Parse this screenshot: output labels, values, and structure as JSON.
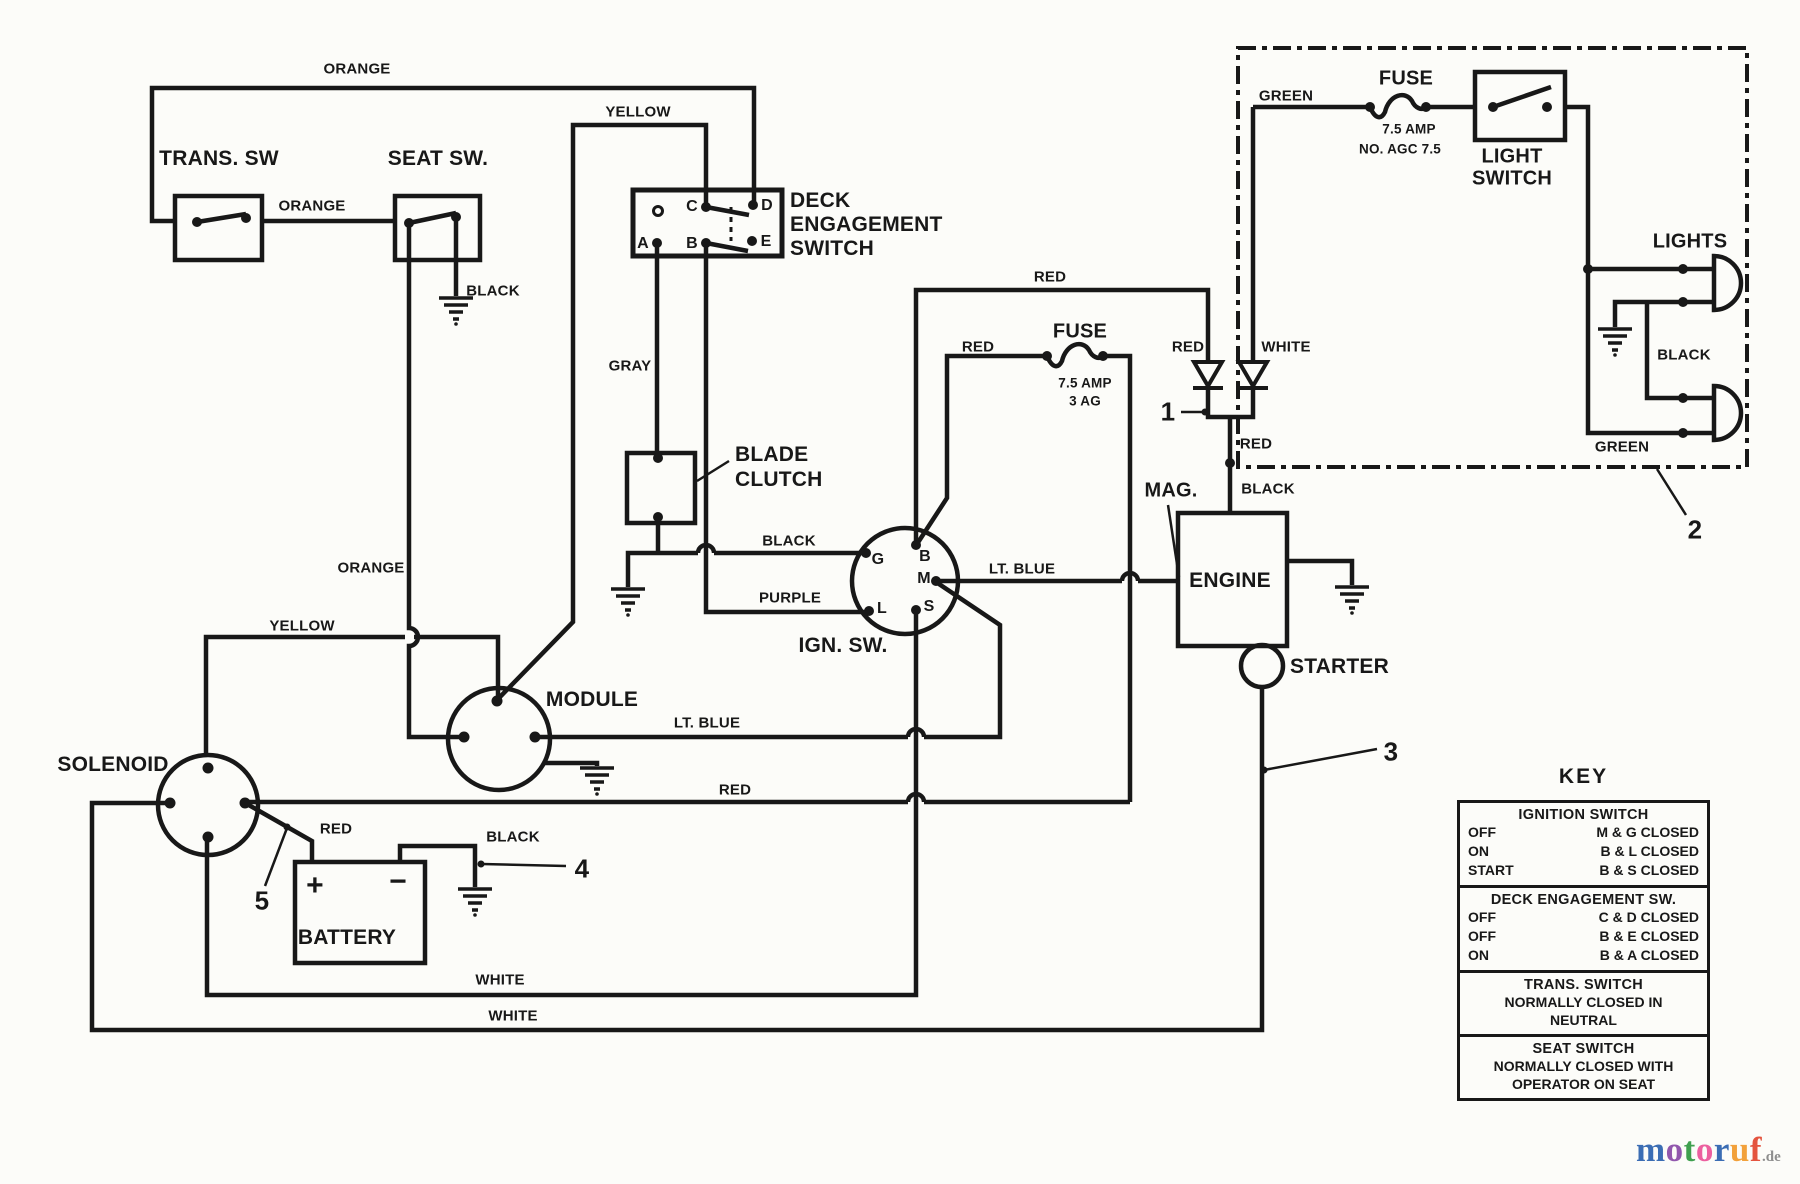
{
  "labels": {
    "orange_top": "ORANGE",
    "orange_mid": "ORANGE",
    "orange_left": "ORANGE",
    "yellow_top": "YELLOW",
    "yellow_mid": "YELLOW",
    "black_seat": "BLACK",
    "black_clutch": "BLACK",
    "black_engine": "BLACK",
    "black_battery": "BLACK",
    "black_lights": "BLACK",
    "gray": "GRAY",
    "purple": "PURPLE",
    "ltblue_module": "LT. BLUE",
    "ltblue_engine": "LT. BLUE",
    "red_top": "RED",
    "red_fuse": "RED",
    "red_diode": "RED",
    "red_engine": "RED",
    "red_bottom": "RED",
    "red_battery": "RED",
    "white_diode": "WHITE",
    "white_low1": "WHITE",
    "white_low2": "WHITE",
    "green_top": "GREEN",
    "green_bottom": "GREEN",
    "trans_sw": "TRANS. SW",
    "seat_sw": "SEAT SW.",
    "deck1": "DECK",
    "deck2": "ENGAGEMENT",
    "deck3": "SWITCH",
    "blade1": "BLADE",
    "blade2": "CLUTCH",
    "ign_sw": "IGN. SW.",
    "module": "MODULE",
    "solenoid": "SOLENOID",
    "battery": "BATTERY",
    "engine": "ENGINE",
    "mag": "MAG.",
    "starter": "STARTER",
    "lights": "LIGHTS",
    "light_sw1": "LIGHT",
    "light_sw2": "SWITCH",
    "fuse_light": "FUSE",
    "fuse_light_amp": "7.5 AMP",
    "fuse_light_no": "NO. AGC 7.5",
    "fuse_main": "FUSE",
    "fuse_main_amp": "7.5 AMP",
    "fuse_main_type": "3 AG"
  },
  "terminals": {
    "deck_c": "C",
    "deck_d": "D",
    "deck_a": "A",
    "deck_b": "B",
    "deck_e": "E",
    "ign_g": "G",
    "ign_b": "B",
    "ign_m": "M",
    "ign_l": "L",
    "ign_s": "S",
    "batt_plus": "+",
    "batt_minus": "−"
  },
  "callouts": {
    "c1": "1",
    "c2": "2",
    "c3": "3",
    "c4": "4",
    "c5": "5"
  },
  "key_panel": {
    "title": "KEY",
    "sections": [
      {
        "header": "IGNITION SWITCH",
        "rows": [
          {
            "state": "OFF",
            "conn": "M & G CLOSED"
          },
          {
            "state": "ON",
            "conn": "B & L CLOSED"
          },
          {
            "state": "START",
            "conn": "B & S CLOSED"
          }
        ]
      },
      {
        "header": "DECK ENGAGEMENT SW.",
        "rows": [
          {
            "state": "OFF",
            "conn": "C & D CLOSED"
          },
          {
            "state": "OFF",
            "conn": "B & E CLOSED"
          },
          {
            "state": "ON",
            "conn": "B & A CLOSED"
          }
        ]
      },
      {
        "header": "TRANS. SWITCH",
        "lines": [
          "NORMALLY CLOSED IN",
          "NEUTRAL"
        ]
      },
      {
        "header": "SEAT SWITCH",
        "lines": [
          "NORMALLY CLOSED WITH",
          "OPERATOR ON SEAT"
        ]
      }
    ]
  },
  "logo": {
    "letters": [
      "m",
      "o",
      "t",
      "o",
      "r",
      "u",
      "f"
    ],
    "colors": [
      "#3b6db4",
      "#9157ad",
      "#3fa04f",
      "#ec5f9f",
      "#3b6db4",
      "#f2a13b",
      "#e4543f"
    ],
    "suffix": ".de"
  },
  "colors": {
    "ink": "#181818",
    "background": "#fcfcf9"
  }
}
